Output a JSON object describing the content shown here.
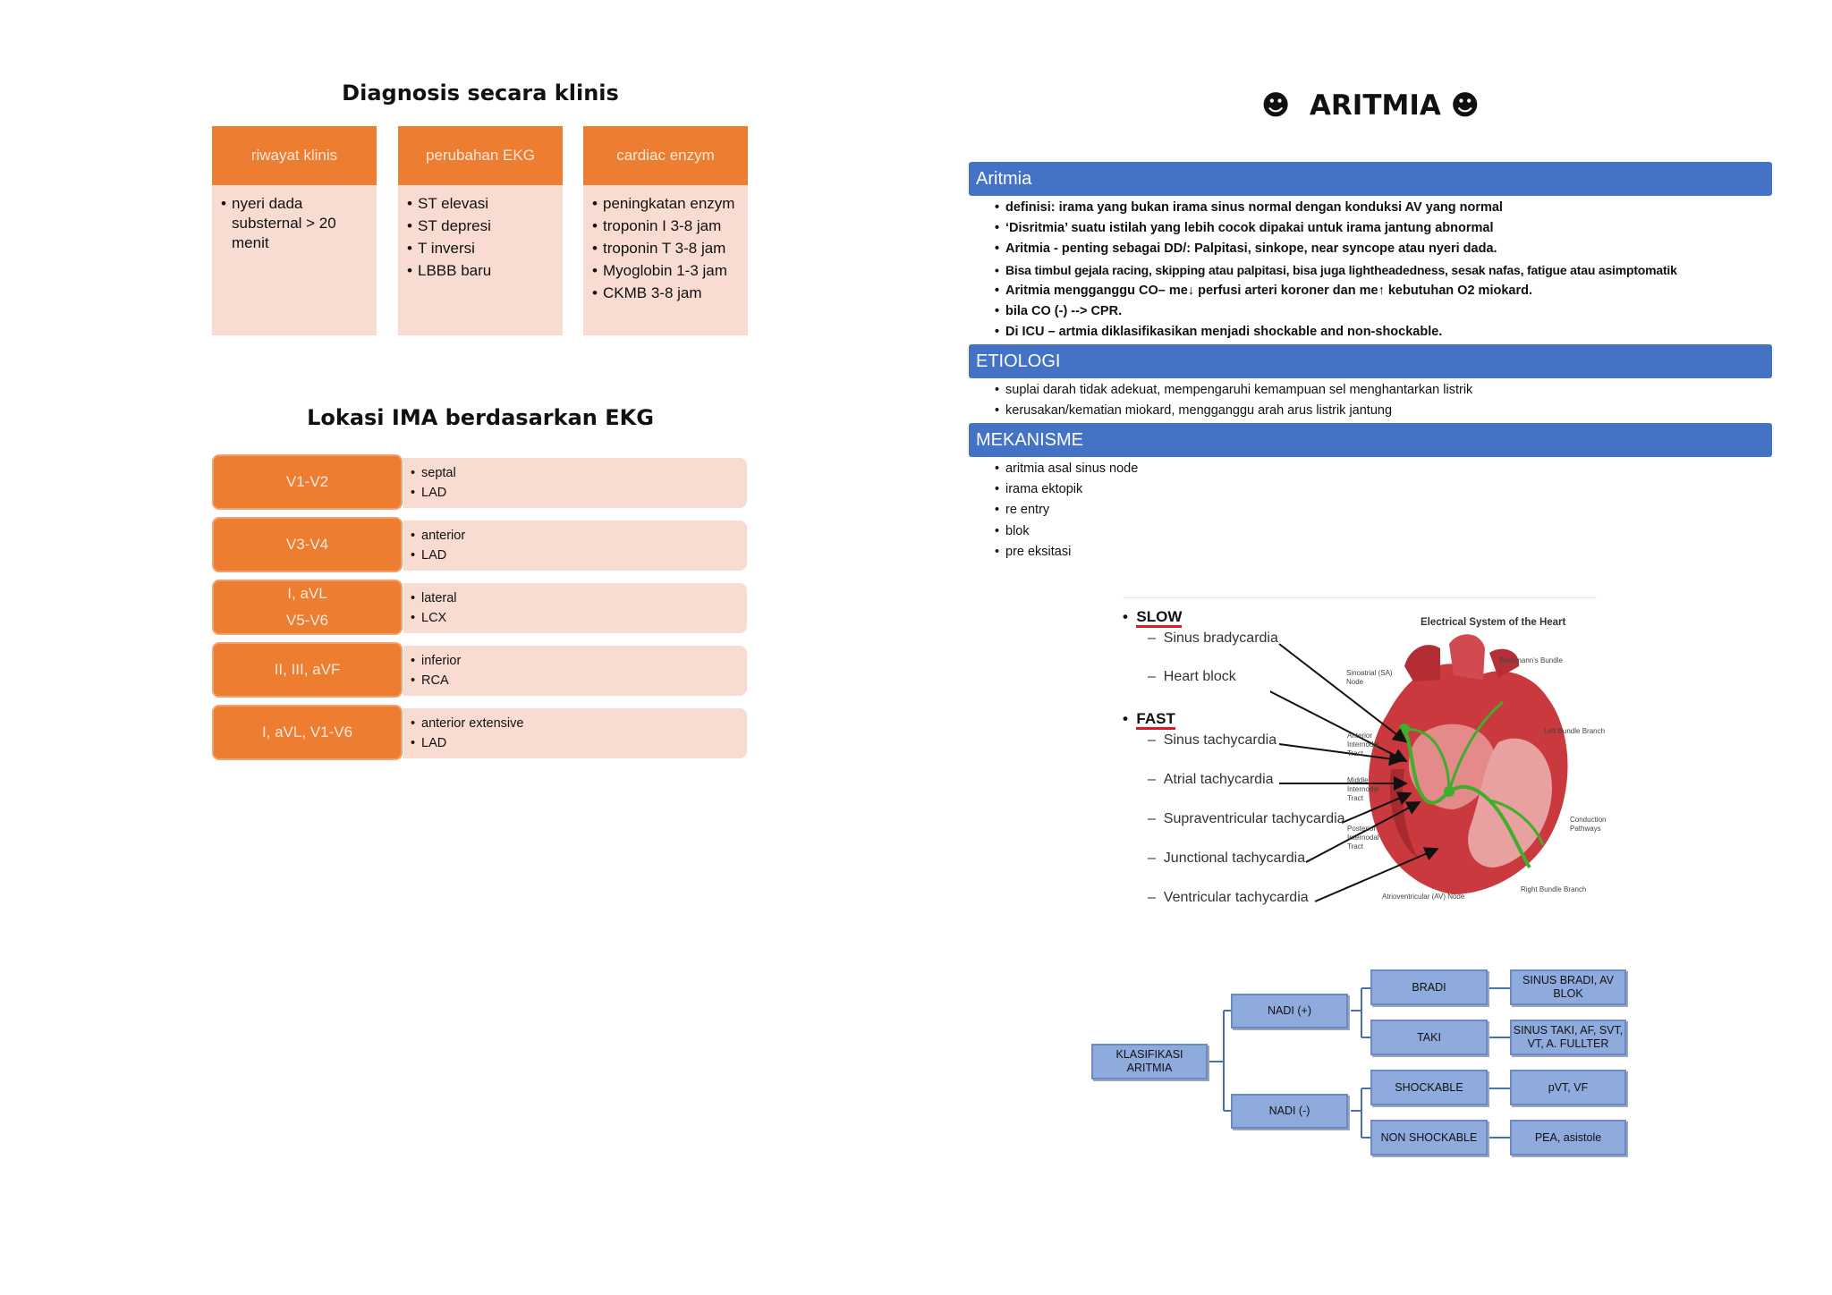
{
  "diagnosis": {
    "title": "Diagnosis secara klinis",
    "columns": [
      {
        "header": "riwayat klinis",
        "items": [
          "nyeri dada substernal > 20 menit"
        ]
      },
      {
        "header": "perubahan EKG",
        "items": [
          "ST elevasi",
          "ST depresi",
          "T inversi",
          "LBBB baru"
        ]
      },
      {
        "header": "cardiac enzym",
        "items": [
          "peningkatan enzym",
          "troponin I 3-8 jam",
          "troponin T 3-8 jam",
          "Myoglobin 1-3 jam",
          "CKMB 3-8 jam"
        ]
      }
    ]
  },
  "lokasi": {
    "title": "Lokasi IMA berdasarkan EKG",
    "rows": [
      {
        "leads": [
          "V1-V2"
        ],
        "items": [
          "septal",
          "LAD"
        ]
      },
      {
        "leads": [
          "V3-V4"
        ],
        "items": [
          "anterior",
          "LAD"
        ]
      },
      {
        "leads": [
          "I, aVL",
          "V5-V6"
        ],
        "items": [
          "lateral",
          "LCX"
        ]
      },
      {
        "leads": [
          "II, III, aVF"
        ],
        "items": [
          "inferior",
          "RCA"
        ]
      },
      {
        "leads": [
          "I, aVL, V1-V6"
        ],
        "items": [
          "anterior extensive",
          "LAD"
        ]
      }
    ]
  },
  "aritmia": {
    "title": "☻  ARITMIA ☻",
    "sections": [
      {
        "heading": "Aritmia",
        "items": [
          "definisi: irama yang bukan irama sinus normal dengan konduksi AV yang normal",
          "‘Disritmia’ suatu istilah yang lebih cocok dipakai untuk irama jantung abnormal",
          "Aritmia - penting sebagai DD/: Palpitasi, sinkope, near syncope atau nyeri dada.",
          "Bisa timbul gejala racing, skipping atau palpitasi, bisa juga lightheadedness, sesak nafas, fatigue atau asimptomatik",
          "Aritmia mengganggu CO– me↓ perfusi arteri koroner dan me↑ kebutuhan O2 miokard.",
          "bila CO (-) --> CPR.",
          "Di ICU – artmia diklasifikasikan menjadi shockable and non-shockable."
        ]
      },
      {
        "heading": "ETIOLOGI",
        "items": [
          "suplai darah tidak adekuat, mempengaruhi kemampuan sel menghantarkan listrik",
          "kerusakan/kematian miokard, mengganggu arah arus listrik jantung"
        ]
      },
      {
        "heading": "MEKANISME",
        "items": [
          "aritmia asal sinus node",
          "irama ektopik",
          "re entry",
          "blok",
          "pre eksitasi"
        ]
      }
    ]
  },
  "heart_figure": {
    "title": "Electrical System of the Heart",
    "slow": "SLOW",
    "slow_items": [
      "Sinus bradycardia",
      "Heart block"
    ],
    "fast": "FAST",
    "fast_items": [
      "Sinus tachycardia",
      "Atrial tachycardia",
      "Supraventricular tachycardia",
      "Junctional tachycardia",
      "Ventricular tachycardia"
    ],
    "labels": {
      "sa_node": "Sinoatrial (SA) Node",
      "bachmann": "Bachmann's Bundle",
      "left_bundle": "Left Bundle Branch",
      "anterior": "Anterior Internodal Tract",
      "middle": "Middle Internodal Tract",
      "posterior": "Posterior Internodal Tract",
      "conduction": "Conduction Pathways",
      "av_node": "Atrioventricular (AV) Node",
      "right_bundle": "Right Bundle Branch"
    },
    "colors": {
      "heart": "#c9393d",
      "pathway": "#3fae2a",
      "underline": "#e0191f"
    }
  },
  "klasifikasi": {
    "root": "KLASIFIKASI ARITMIA",
    "nadi_pos": "NADI (+)",
    "nadi_neg": "NADI (-)",
    "bradi": "BRADI",
    "taki": "TAKI",
    "shockable": "SHOCKABLE",
    "non_shockable": "NON SHOCKABLE",
    "bradi_result": "SINUS BRADI, AV BLOK",
    "taki_result": "SINUS TAKI, AF, SVT, VT, A. FULLTER",
    "shockable_result": "pVT, VF",
    "non_shockable_result": "PEA, asistole"
  },
  "colors": {
    "orange": "#ed7d31",
    "peach": "#f8dcd2",
    "blue_bar": "#4472c4",
    "kbox": "#8faadc"
  }
}
